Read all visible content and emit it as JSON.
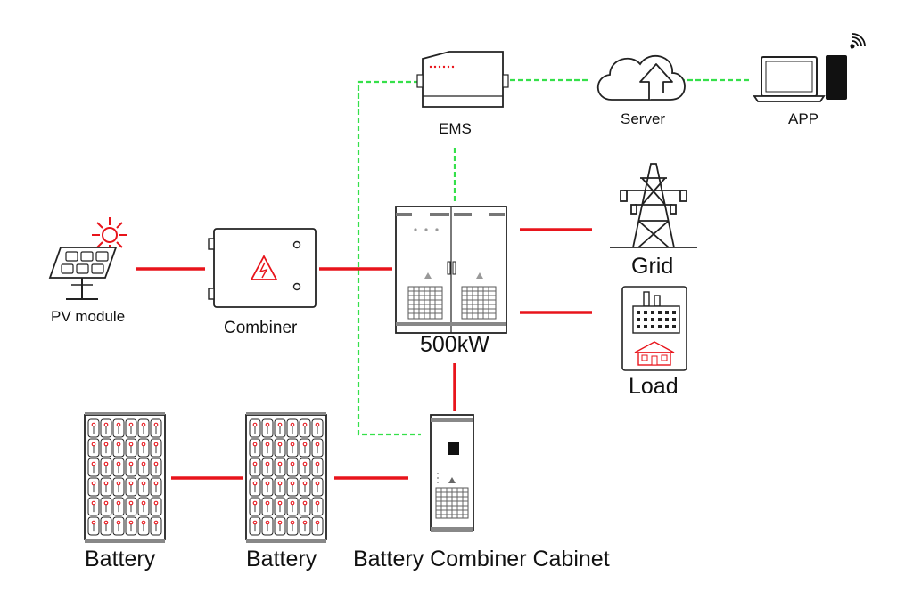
{
  "labels": {
    "pv_module": "PV module",
    "combiner": "Combiner",
    "ems": "EMS",
    "server": "Server",
    "app": "APP",
    "inverter": "500kW",
    "grid": "Grid",
    "load": "Load",
    "battery_1": "Battery",
    "battery_2": "Battery",
    "battery_combiner_cabinet": "Battery Combiner Cabinet"
  },
  "colors": {
    "power_line": "#e8141b",
    "comm_line": "#35e04a",
    "outline": "#222222",
    "accent_red": "#e8141b"
  }
}
